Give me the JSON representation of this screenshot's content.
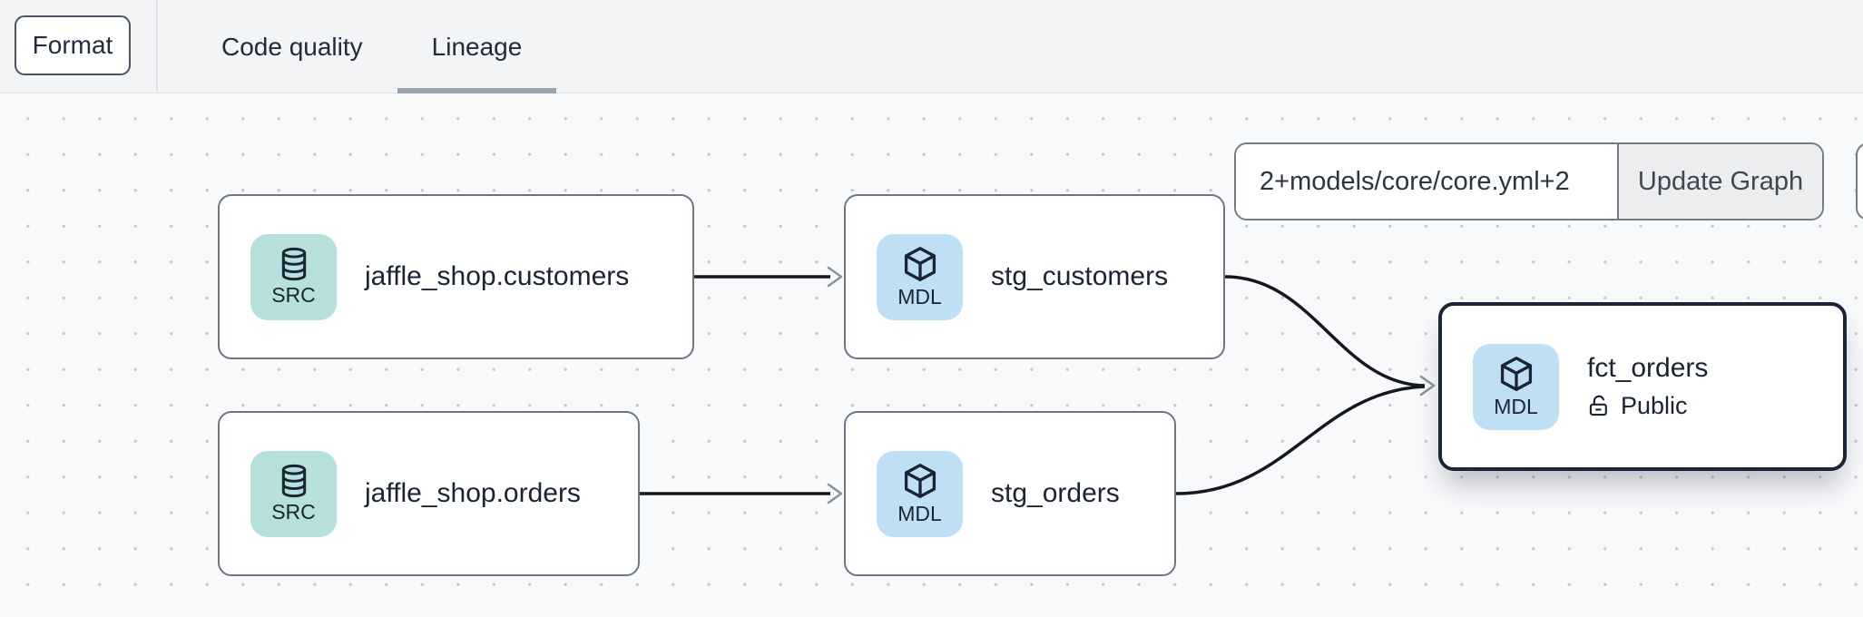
{
  "toolbar": {
    "format_button": "Format",
    "tabs": [
      {
        "label": "Code quality",
        "active": false
      },
      {
        "label": "Lineage",
        "active": true
      }
    ]
  },
  "graph_controls": {
    "selector_value": "2+models/core/core.yml+2",
    "update_button": "Update Graph"
  },
  "lineage": {
    "nodes": [
      {
        "label": "jaffle_shop.customers",
        "badge": "SRC",
        "icon": "database-icon",
        "selected": false
      },
      {
        "label": "stg_customers",
        "badge": "MDL",
        "icon": "cube-icon",
        "selected": false
      },
      {
        "label": "jaffle_shop.orders",
        "badge": "SRC",
        "icon": "database-icon",
        "selected": false
      },
      {
        "label": "stg_orders",
        "badge": "MDL",
        "icon": "cube-icon",
        "selected": false
      },
      {
        "label": "fct_orders",
        "badge": "MDL",
        "icon": "cube-icon",
        "access": "Public",
        "selected": true
      }
    ],
    "edges": [
      {
        "from": "jaffle_shop.customers",
        "to": "stg_customers"
      },
      {
        "from": "jaffle_shop.orders",
        "to": "stg_orders"
      },
      {
        "from": "stg_customers",
        "to": "fct_orders"
      },
      {
        "from": "stg_orders",
        "to": "fct_orders"
      }
    ]
  },
  "colors": {
    "topbar_bg": "#f3f4f6",
    "canvas_bg": "#f8f9fb",
    "dot": "#c7cad1",
    "ink": "#1a2433",
    "node_border": "#6e7684",
    "selected_border": "#1b2537",
    "src_badge_bg": "#b5e0dc",
    "mdl_badge_bg": "#bfdff5",
    "edge": "#15181d",
    "arrow": "#8b929e",
    "tab_underline": "#9aa2ad",
    "update_button_bg": "#ecedef"
  }
}
